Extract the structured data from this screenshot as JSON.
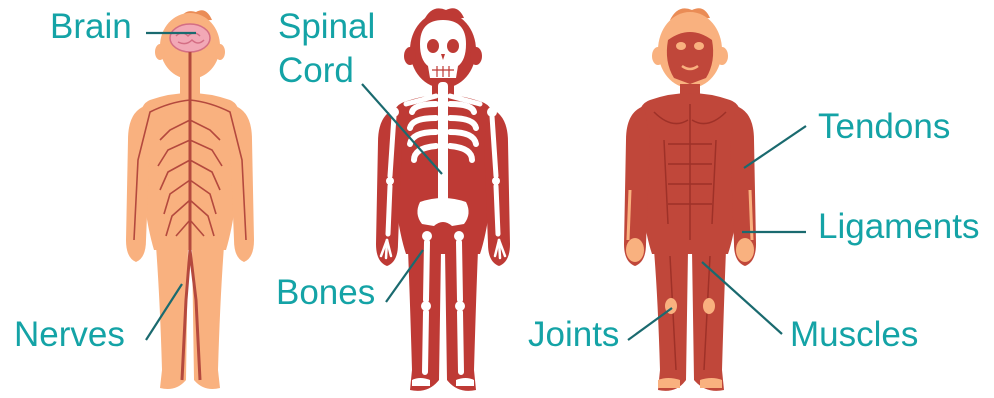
{
  "labels": {
    "brain": "Brain",
    "spinal_cord_line1": "Spinal",
    "spinal_cord_line2": "Cord",
    "nerves": "Nerves",
    "bones": "Bones",
    "tendons": "Tendons",
    "ligaments": "Ligaments",
    "joints": "Joints",
    "muscles": "Muscles"
  },
  "colors": {
    "label_text": "#14a3a6",
    "leader_line": "#1a6a6f",
    "skin": "#f9b17f",
    "skin_outline": "#f5a268",
    "hair": "#ea8c56",
    "nerve": "#b4493e",
    "skeleton_body": "#be3a35",
    "bone": "#ffffff",
    "muscle": "#c0473a",
    "muscle_line": "#9e3128",
    "brain": "#f2a8b6"
  },
  "figures": [
    "nervous-system-figure",
    "skeletal-system-figure",
    "muscular-system-figure"
  ]
}
